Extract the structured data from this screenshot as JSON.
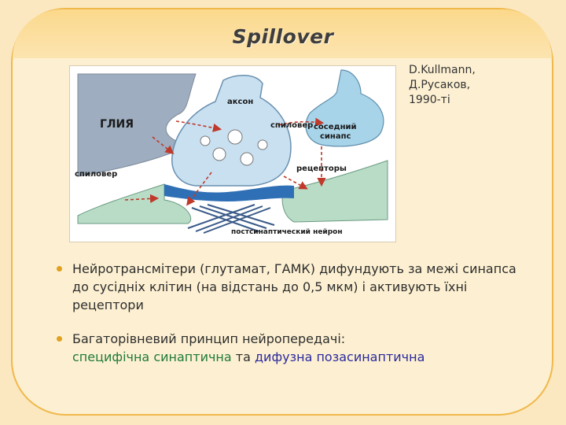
{
  "slide": {
    "title": "Spillover",
    "credit": [
      "D.Kullmann,",
      "Д.Русаков,",
      "1990-ті"
    ]
  },
  "figure": {
    "labels": {
      "glia": "ГЛИЯ",
      "axon": "аксон",
      "spillover_left": "спиловер",
      "spillover_right": "спиловер",
      "neighbor_synapse_line1": "соседний",
      "neighbor_synapse_line2": "синапс",
      "receptors": "рецепторы",
      "postsynaptic": "постсинаптический нейрон"
    }
  },
  "bullets": {
    "b1": "Нейротрансмітери (глутамат, ГАМК) дифундують за межі синапса до сусідніх клітин (на відстань до 0,5 мкм) і активують їхні рецептори",
    "b2_prefix": "Багаторівневий принцип нейропередачі:",
    "b2_specific": "специфічна синаптична",
    "b2_and": " та ",
    "b2_diffuse": "дифузна позасинаптична"
  }
}
